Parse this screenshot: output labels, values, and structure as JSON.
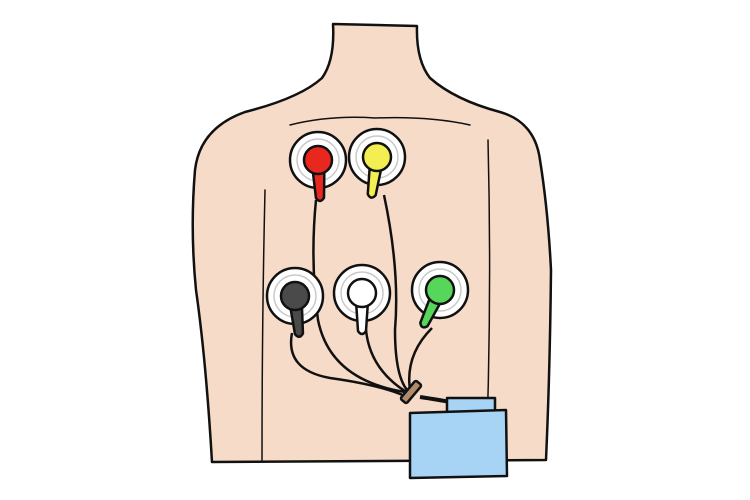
{
  "illustration": {
    "subject": "holter-monitor-on-torso",
    "colors": {
      "skin": "#f6dbc8",
      "outline": "#111111",
      "device": "#a7d3f5",
      "connector": "#b08a6a",
      "electrode_pad": "#ffffff"
    },
    "electrodes": [
      {
        "color": "#e8281e",
        "name": "red"
      },
      {
        "color": "#f3ef52",
        "name": "yellow"
      },
      {
        "color": "#4a4a4a",
        "name": "black"
      },
      {
        "color": "#ffffff",
        "name": "white"
      },
      {
        "color": "#56d65a",
        "name": "green"
      }
    ]
  }
}
